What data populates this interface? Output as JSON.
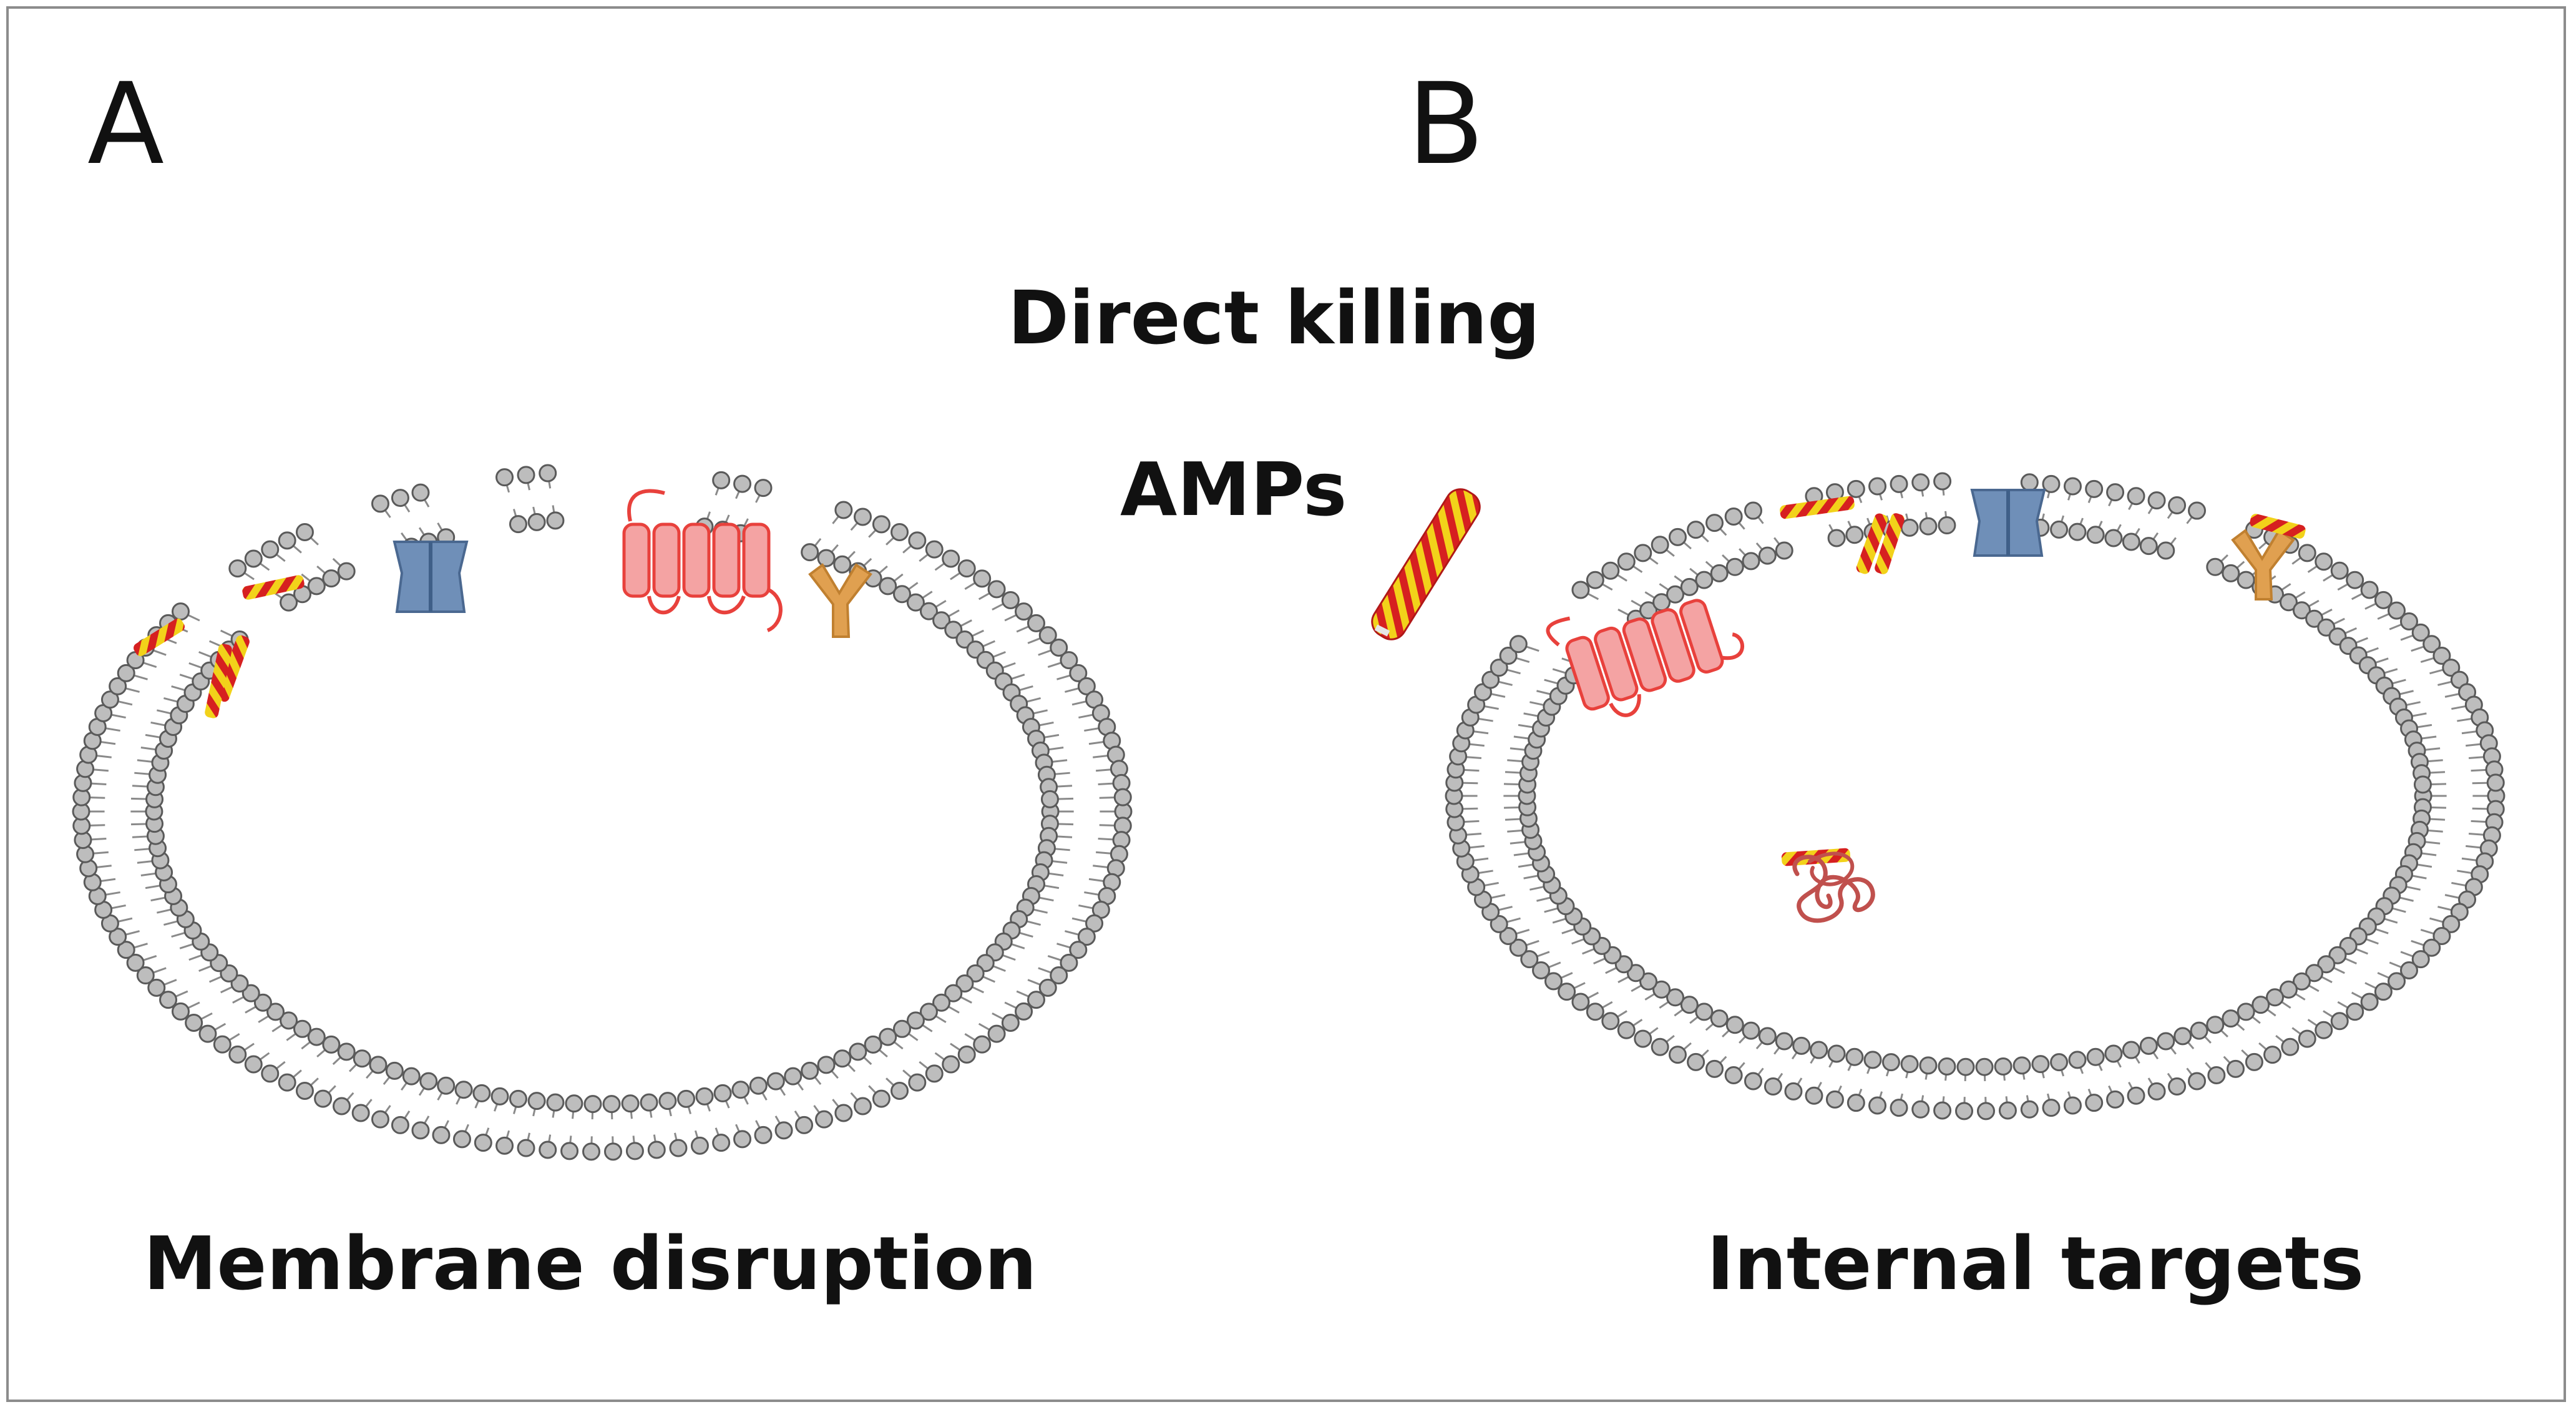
{
  "panels": {
    "a": "A",
    "b": "B"
  },
  "center": {
    "title": "Direct killing",
    "agent": "AMPs"
  },
  "captions": {
    "left": "Membrane disruption",
    "right": "Internal targets"
  },
  "colors": {
    "lipid_head": "#bdbdbd",
    "lipid_outline": "#5a5a5a",
    "channel": "#6f8fb8",
    "receptor": "#e0a050",
    "helix_protein": "#f4a3a3",
    "helix_outline": "#e8413c",
    "amp_red": "#d62020",
    "amp_yellow": "#f2d21a",
    "tangle": "#c0504d"
  },
  "icons": [
    "amp-helix-icon",
    "ion-channel-icon",
    "receptor-icon",
    "transmembrane-protein-icon",
    "intracellular-target-icon"
  ]
}
